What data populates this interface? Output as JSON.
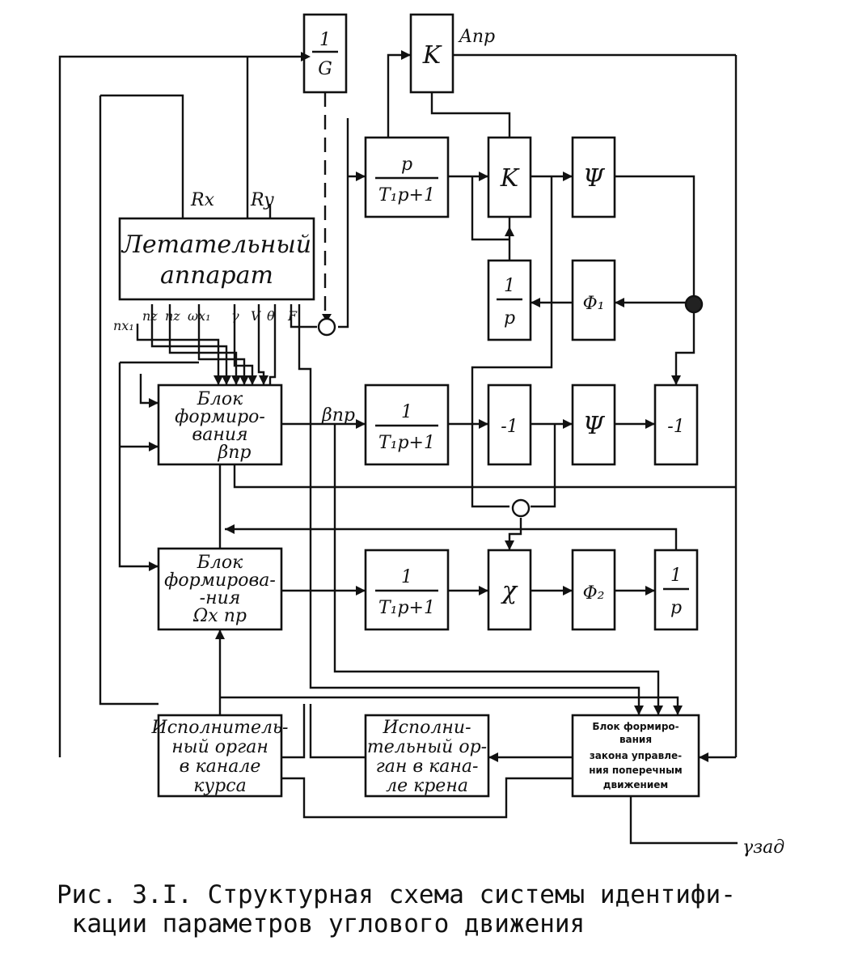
{
  "blocks": {
    "inv_g": {
      "num": "1",
      "den": "G"
    },
    "gain_top": "K",
    "aircraft": [
      "Летательный",
      "аппарат"
    ],
    "filter1": {
      "num": "p",
      "den": "T₁p+1"
    },
    "gain_mid": "K",
    "psi_top": "Ψ",
    "integrator1": {
      "num": "1",
      "den": "p"
    },
    "phi1": "Φ₁",
    "beta_block": [
      "Блок",
      "формиро-",
      "вания",
      "βпр"
    ],
    "filter2": {
      "num": "1",
      "den": "T₁p+1"
    },
    "neg1_a": "-1",
    "psi_mid": "Ψ",
    "neg1_b": "-1",
    "omega_block": [
      "Блок",
      "формирова-",
      "-ния",
      "Ωх пр"
    ],
    "filter3": {
      "num": "1",
      "den": "T₁p+1"
    },
    "chi": "χ",
    "phi2": "Φ₂",
    "integrator2": {
      "num": "1",
      "den": "p"
    },
    "actuator_course": [
      "Исполнитель-",
      "ный орган",
      "в канале",
      "курса"
    ],
    "actuator_roll": [
      "Исполни-",
      "тельный ор-",
      "ган в кана-",
      "ле крена"
    ],
    "control_block": [
      "Блок формиро-",
      "вания",
      "закона управле-",
      "ния поперечным",
      "движением"
    ]
  },
  "signals": {
    "a_pr": "Aпр",
    "rx": "Rx",
    "ry": "Ry",
    "nx1": "nx₁",
    "nz_a": "nz",
    "nz_b": "nz",
    "omega_x": "ωx₁",
    "gamma": "γ",
    "v": "V",
    "theta": "θ",
    "f": "F",
    "beta_pr": "βпр",
    "gamma_zad": "γзад"
  },
  "caption": [
    "Рис. 3.I. Структурная схема системы идентифи-",
    " кации параметров углового движения"
  ]
}
